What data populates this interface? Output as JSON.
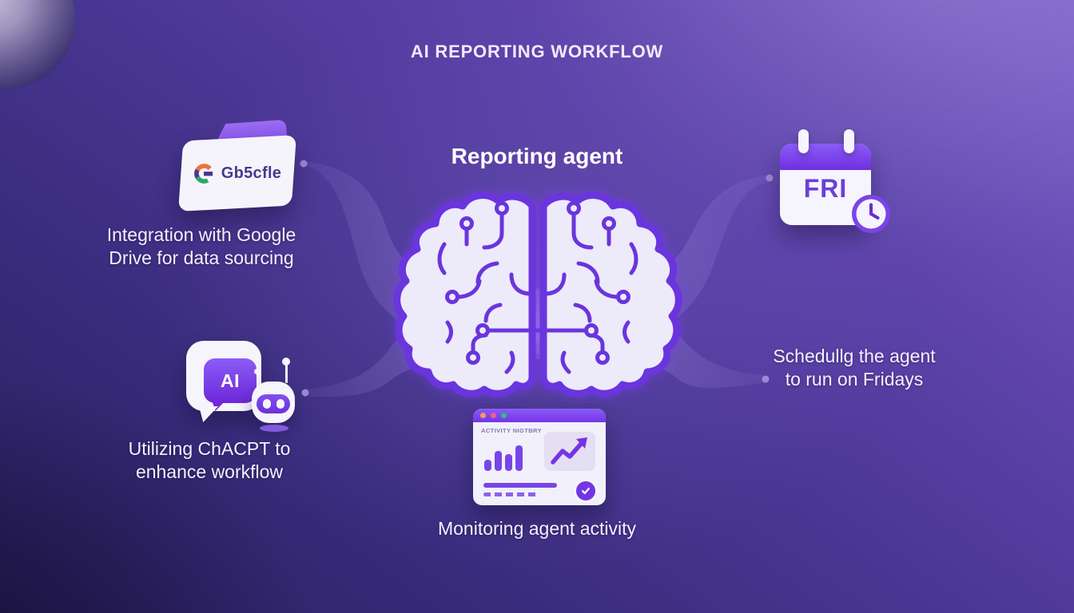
{
  "title": "AI REPORTING WORKFLOW",
  "center": {
    "label": "Reporting agent",
    "icon": "brain-circuit"
  },
  "nodes": {
    "drive": {
      "icon": "google-folder",
      "folder_label": "Gb5cfle",
      "caption": [
        "Integration with Google",
        "Drive for data sourcing"
      ]
    },
    "chat": {
      "icon": "ai-chatbot",
      "bubble_label": "AI",
      "caption": [
        "Utilizing ChACPT to",
        "enhance workflow"
      ]
    },
    "schedule": {
      "icon": "friday-calendar-clock",
      "day_label": "FRI",
      "caption": [
        "Schedullg the agent",
        "to run on Fridays"
      ]
    },
    "monitor": {
      "icon": "activity-window",
      "window_title": "ACTIVITY NIGTBRY",
      "bars": [
        14,
        25,
        21,
        32
      ],
      "caption": "Monitoring agent activity"
    }
  },
  "colors": {
    "accent": "#7c3aed",
    "brain_outline": "#6a35dd",
    "text": "#f4f0fc",
    "background_top_right": "#7d60ca",
    "background_bottom_left": "#2a2060",
    "google_g_orange": "#f0713d",
    "google_g_green": "#2fa36b",
    "google_g_indigo": "#47398c",
    "window_dot_orange": "#f59a62",
    "window_dot_pink": "#ee5f8a",
    "window_dot_green": "#2ebd7f"
  }
}
